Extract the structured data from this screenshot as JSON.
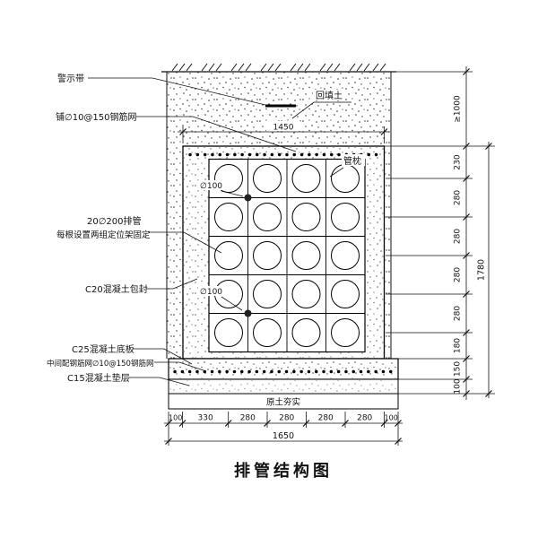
{
  "title": "排管结构图",
  "callouts": {
    "warning_tape": "警示带",
    "top_mesh": "铺∅10@150钢筋网",
    "pipes_line1": "20∅200排管",
    "pipes_line2": "每根设置两组定位架固定",
    "encasement": "C20混凝土包封",
    "base_slab": "C25混凝土底板",
    "mid_mesh": "中间配钢筋网∅10@150钢筋网",
    "cushion": "C15混凝土垫层",
    "backfill": "回填土",
    "pipe_support": "管枕",
    "dia100_upper": "∅100",
    "dia100_lower": "∅100",
    "compacted_soil": "原土夯实"
  },
  "dimensions": {
    "top_width": "1450",
    "cover_depth": "≥1000",
    "right_chain": [
      "230",
      "280",
      "280",
      "280",
      "280",
      "180",
      "150",
      "100"
    ],
    "right_total": "1780",
    "bottom_chain": [
      "100",
      "330",
      "280",
      "280",
      "280",
      "280",
      "100"
    ],
    "bottom_total": "1650"
  },
  "colors": {
    "ink": "#111111",
    "paper": "#ffffff"
  }
}
